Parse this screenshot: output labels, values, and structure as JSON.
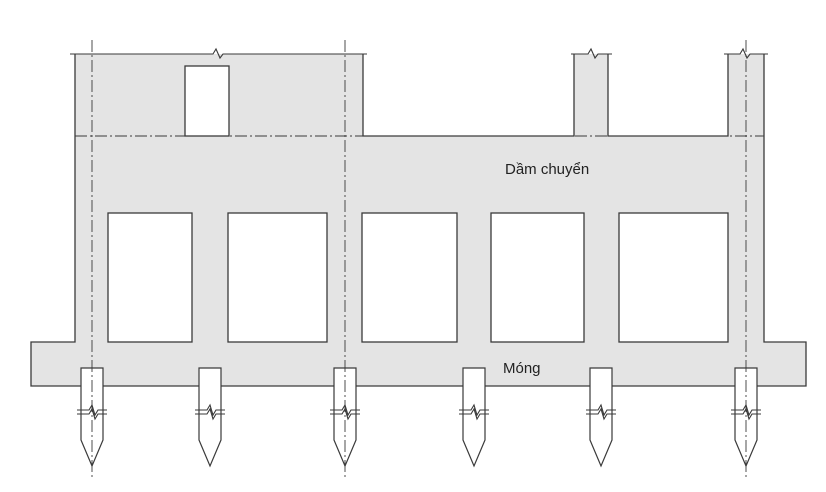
{
  "labels": {
    "transfer_beam": "Dầm chuyển",
    "foundation": "Móng"
  },
  "colors": {
    "concrete": "#e4e4e4",
    "line": "#3a3a3a",
    "background": "#ffffff"
  },
  "piles": {
    "count": 6
  }
}
